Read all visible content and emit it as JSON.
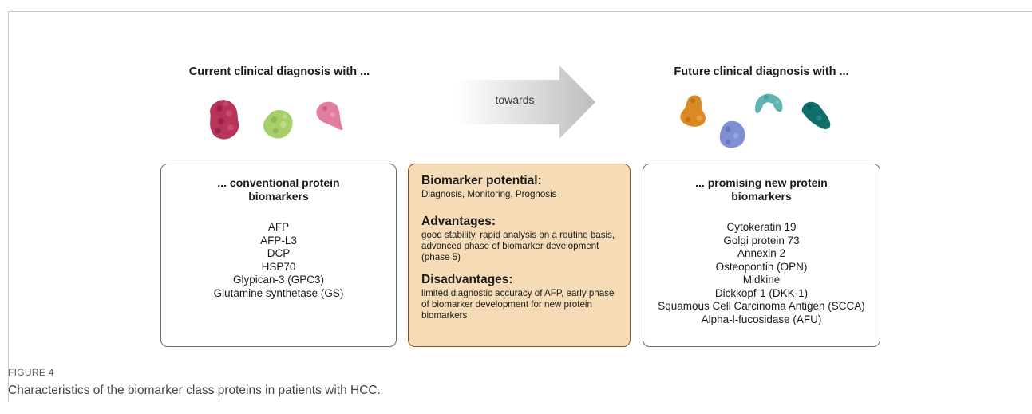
{
  "left": {
    "heading": "Current clinical diagnosis with ...",
    "title_line1": "... conventional protein",
    "title_line2": "biomarkers",
    "items": [
      "AFP",
      "AFP-L3",
      "DCP",
      "HSP70",
      "Glypican-3 (GPC3)",
      "Glutamine synthetase (GS)"
    ]
  },
  "arrow": {
    "label": "towards"
  },
  "middle": {
    "sections": [
      {
        "heading": "Biomarker potential:",
        "text": "Diagnosis, Monitoring, Prognosis"
      },
      {
        "heading": "Advantages:",
        "text": "good stability, rapid analysis on a routine basis, advanced phase of biomarker development (phase 5)"
      },
      {
        "heading": "Disadvantages:",
        "text": "limited diagnostic accuracy of AFP, early phase of biomarker development for new protein biomarkers"
      }
    ]
  },
  "right": {
    "heading": "Future clinical diagnosis with ...",
    "title_line1": "... promising new protein",
    "title_line2": "biomarkers",
    "items": [
      "Cytokeratin 19",
      "Golgi protein 73",
      "Annexin 2",
      "Osteopontin (OPN)",
      "Midkine",
      "Dickkopf-1 (DKK-1)",
      "Squamous Cell Carcinoma Antigen (SCCA)",
      "Alpha-l-fucosidase (AFU)"
    ]
  },
  "figure": {
    "label": "FIGURE 4",
    "caption": "Characteristics of the biomarker class proteins in patients with HCC."
  },
  "colors": {
    "protein_crimson": "#b7345a",
    "protein_lime": "#a6cf6a",
    "protein_pink": "#e07da0",
    "protein_orange": "#d98a25",
    "protein_periwinkle": "#7e8fd4",
    "protein_teal_light": "#5fb3b3",
    "protein_teal_dark": "#0f6d6a",
    "middle_box_fill": "#f6dcb6",
    "middle_box_border": "#9a4a1f"
  }
}
